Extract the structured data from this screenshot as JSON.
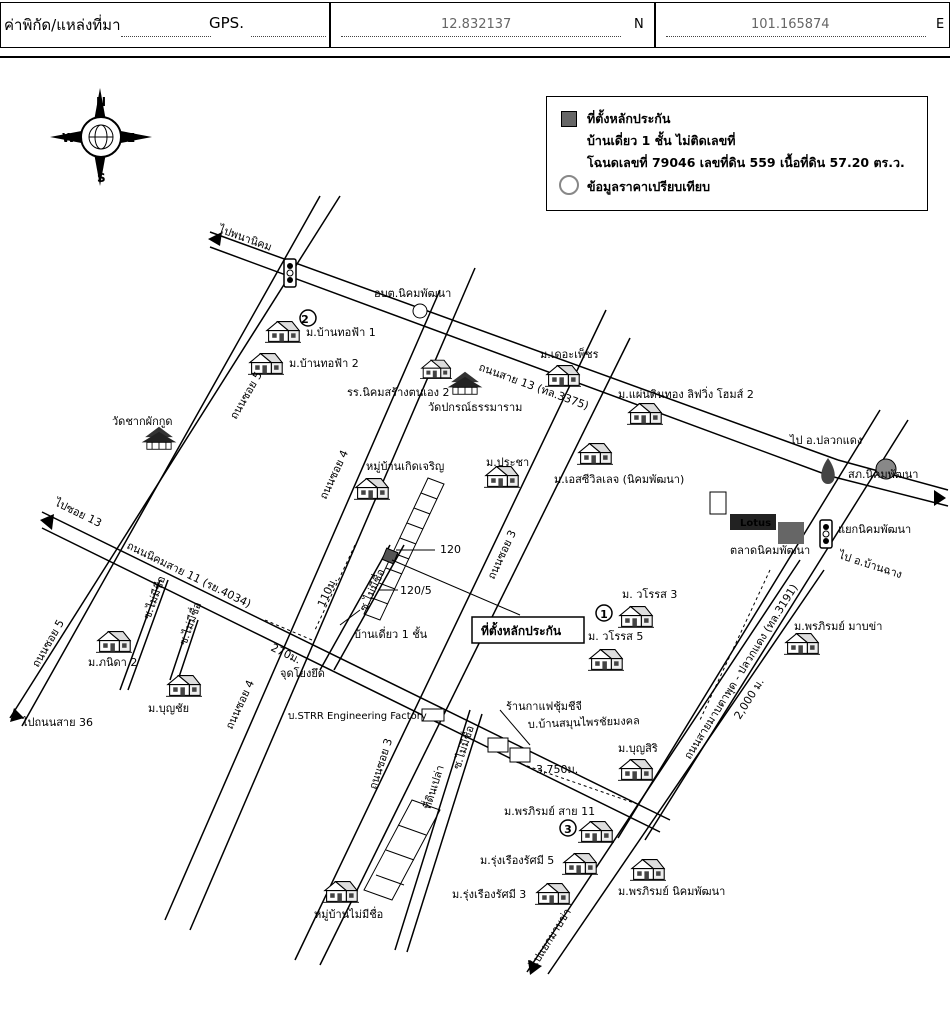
{
  "header": {
    "label": "ค่าพิกัด/แหล่งที่มา",
    "source": "GPS.",
    "latitude": "12.832137",
    "lat_unit": "N",
    "longitude": "101.165874",
    "lon_unit": "E"
  },
  "compass": {
    "n": "N",
    "s": "S",
    "e": "E",
    "w": "W"
  },
  "legend": {
    "collateral_title": "ที่ตั้งหลักประกัน",
    "collateral_line2": "บ้านเดี่ยว 1 ชั้น ไม่ติดเลขที่",
    "collateral_line3": "โฉนดเลขที่ 79046 เลขที่ดิน 559 เนื้อที่ดิน 57.20 ตร.ว.",
    "comparable": "ข้อมูลราคาเปรียบเทียบ"
  },
  "map": {
    "to_phanat": "ไปพนานิคม",
    "abt_nikhom": "อบต.นิคมพัฒนา",
    "ban_thofa1": "ม.บ้านทอฟ้า 1",
    "ban_thofa2": "ม.บ้านทอฟ้า 2",
    "wat_chak": "วัดชากผักกูด",
    "soi5_top": "ถนนซอย 5",
    "school": "รร.นิคมสร้างตนเอง 2",
    "wat_pakorn": "วัดปกรณ์ธรรมาราม",
    "road13": "ถนนสาย 13 (ทล.3375)",
    "the_pet": "ม.เดอะเพ็ชร",
    "phaendin": "ม.แผ่นดินทอง ลิฟวิ่ง โฮมส์ 2",
    "to_pluak": "ไป อ.ปลวกแดง",
    "sakon": "สภ.นิคมพัฒนา",
    "soi4_mid": "ถนนซอย 4",
    "moo_koet": "หมู่บ้านเกิดเจริญ",
    "prachar": "ม.ประชา",
    "soi3_mid": "ถนนซอย 3",
    "sc_villa": "ม.เอสซีวิลเลจ (นิคมพัฒนา)",
    "lotus": "Lotus",
    "intersection": "แยกนิคมพัฒนา",
    "to_ban_chang": "ไป อ.บ้านฉาง",
    "market": "ตลาดนิคมพัฒนา",
    "to_soi13": "ไปซอย 13",
    "road11": "ถนนนิคมสาย 11 (รย.4034)",
    "lot120": "120",
    "lot120_5": "120/5",
    "dist110": "110ม.",
    "soi_nameless1": "ซ.ไม่มีชื่อ",
    "house_label": "บ้านเดี่ยว 1 ชั้น",
    "collateral_box": "ที่ตั้งหลักประกัน",
    "dist270": "270ม.",
    "start_point": "จุดโยงยึด",
    "worasa3": "ม. วโรรส 3",
    "worasa5": "ม. วโรรส 5",
    "phon_mabcha": "ม.พรภิรมย์ มาบข่า",
    "highway": "ถนนสายมาบตาพุด - ปลวกแดง (ทล.3191)",
    "dist2000": "2,000 ม.",
    "soi5_left": "ถนนซอย 5",
    "soi_nameless2": "ซ.ไม่มีชื่อ",
    "soi_nameless3": "ซ.ไม่มีชื่อ",
    "panida": "ม.ภนิดา 2",
    "bunchai": "ม.บุญชัย",
    "soi4_low": "ถนนซอย 4",
    "to_road36": "ไปถนนสาย 36",
    "factory": "บ.STRR Engineering Factory",
    "coffee": "ร้านกาแฟชุ้มชีจี",
    "herb": "บ.บ้านสมุนไพรชัยมงคล",
    "bunsiri": "ม.บุญสิริ",
    "soi3_low": "ถนนซอย 3",
    "soi_nameless4": "ซ.ไม่มีชื่อ",
    "empty_land": "ที่ดินเปล่า",
    "dist3750": "3,750ม.",
    "phon11": "ม.พรภิรมย์ สาย 11",
    "rungruang5": "ม.รุ่งเรืองรัศมี 5",
    "rungruang3": "ม.รุ่งเรืองรัศมี 3",
    "phon_nikhom": "ม.พรภิรมย์ นิคมพัฒนา",
    "moo_nameless": "หมู่บ้านไม่มีชื่อ",
    "to_maptaput": "ไปแยกมาบข่า",
    "num1": "1",
    "num2": "2",
    "num3": "3"
  },
  "colors": {
    "line": "#000000",
    "box_fill": "#555555"
  }
}
